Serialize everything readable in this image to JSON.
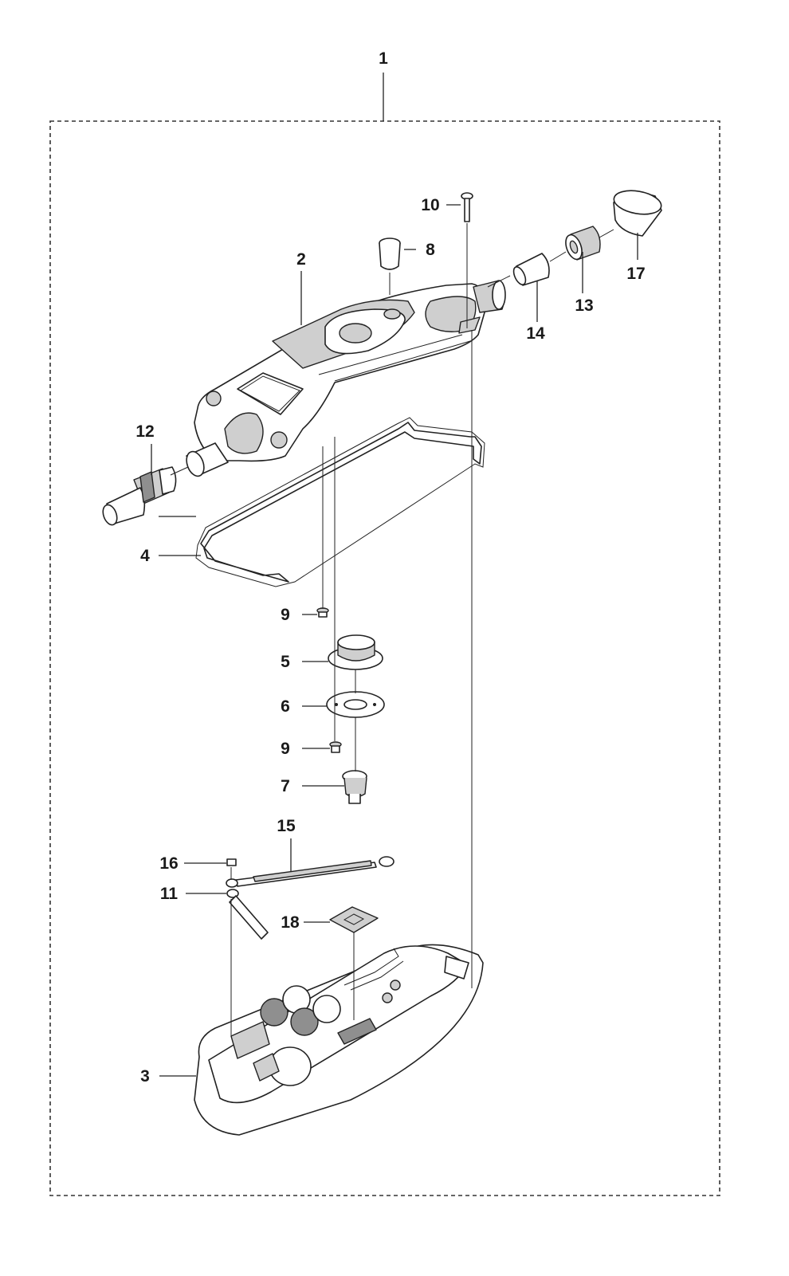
{
  "diagram": {
    "type": "exploded parts view",
    "border_style": "dashed",
    "callouts": [
      {
        "key": "c1",
        "label": "1"
      },
      {
        "key": "c2",
        "label": "2"
      },
      {
        "key": "c3",
        "label": "3"
      },
      {
        "key": "c4",
        "label": "4"
      },
      {
        "key": "c5",
        "label": "5"
      },
      {
        "key": "c6",
        "label": "6"
      },
      {
        "key": "c7",
        "label": "7"
      },
      {
        "key": "c8",
        "label": "8"
      },
      {
        "key": "c9a",
        "label": "9"
      },
      {
        "key": "c9b",
        "label": "9"
      },
      {
        "key": "c10",
        "label": "10"
      },
      {
        "key": "c11",
        "label": "11"
      },
      {
        "key": "c12",
        "label": "12"
      },
      {
        "key": "c13",
        "label": "13"
      },
      {
        "key": "c14",
        "label": "14"
      },
      {
        "key": "c15",
        "label": "15"
      },
      {
        "key": "c16",
        "label": "16"
      },
      {
        "key": "c17",
        "label": "17"
      },
      {
        "key": "c18",
        "label": "18"
      }
    ]
  }
}
